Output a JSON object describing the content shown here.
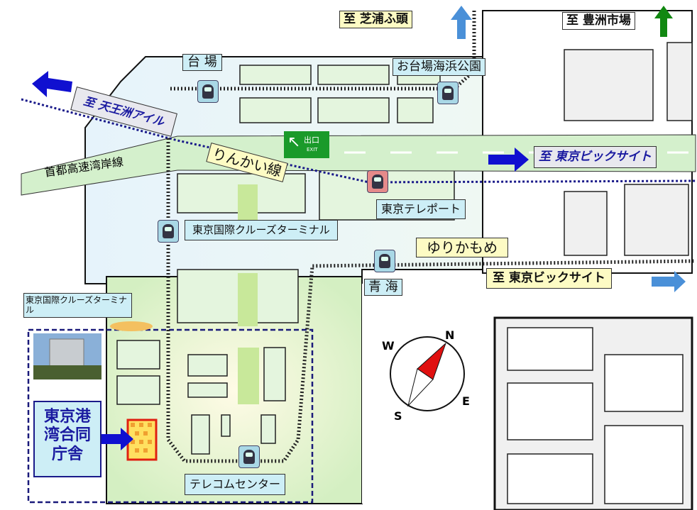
{
  "directions": {
    "shibaura": "至 芝浦ふ頭",
    "toyosu": "至 豊洲市場",
    "tennozu": "至 天王洲アイル",
    "bigsight_rinkai": "至 東京ビックサイト",
    "bigsight_yurikamome": "至 東京ビックサイト"
  },
  "lines": {
    "expressway": "首都高速湾岸線",
    "rinkai": "りんかい線",
    "yurikamome": "ゆりかもめ"
  },
  "stations": {
    "daiba": "台 場",
    "odaiba_kaihin": "お台場海浜公園",
    "teleport": "東京テレポート",
    "cruise_terminal_station": "東京国際クルーズターミナル",
    "aomi": "青 海",
    "telecom": "テレコムセンター"
  },
  "exit_sign": {
    "jp": "出口",
    "en": "EXIT"
  },
  "facilities": {
    "cruise_terminal": "東京国際クルーズターミナル",
    "target_building": "東京港湾合同庁舎"
  },
  "compass": {
    "n": "N",
    "e": "E",
    "s": "S",
    "w": "W"
  },
  "colors": {
    "rinkai": "#1a1a8a",
    "arrow_blue": "#1010d0",
    "arrow_light": "#4a90d8",
    "arrow_green": "#118811",
    "target": "#e02010",
    "exit_green": "#1a9a2a"
  }
}
